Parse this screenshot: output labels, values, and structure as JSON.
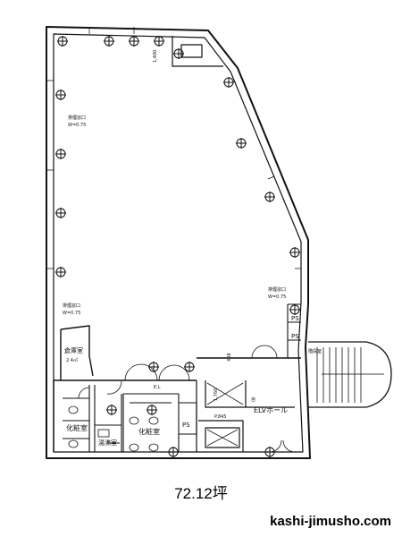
{
  "plan": {
    "area_label": "72.12坪",
    "site": "kashi-jimusho.com",
    "rooms": {
      "elv_hall": "ELVホール",
      "toilet_left": "化粧室",
      "toilet_right": "化粧室",
      "kitchen": "湯沸室",
      "ps_core": "PS",
      "ps_right": "PS",
      "ps_upper": "PS",
      "storage": "倉庫室",
      "stair_note": "階段室"
    },
    "notes": {
      "dim_top": "1,400",
      "dim_mid": "1,760",
      "win_upper_title": "排煙窓口",
      "win_upper_w": "W=0.75",
      "win_lower_title": "排煙窓口",
      "win_lower_w": "W=0.75",
      "win_right_title": "排煙窓口",
      "win_right_w": "W=0.75",
      "core_dim": "P.845",
      "storage_area": "2.4㎡",
      "el_label": "E.L",
      "note_408": "408",
      "door_mark": "自"
    },
    "colors": {
      "line": "#111111",
      "background": "#ffffff"
    }
  }
}
